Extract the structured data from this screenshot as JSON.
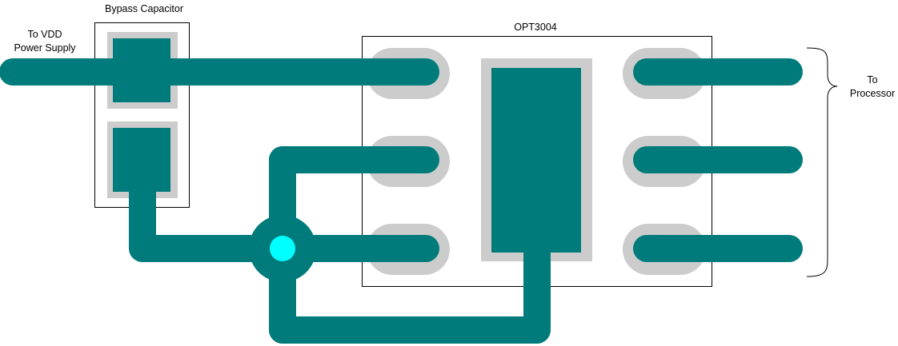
{
  "labels": {
    "vdd_line1": "To VDD",
    "vdd_line2": "Power Supply",
    "bypass": "Bypass Capacitor",
    "chip": "OPT3004",
    "processor_line1": "To",
    "processor_line2": "Processor"
  },
  "colors": {
    "trace": "#007b7b",
    "pad_halo": "#cccccc",
    "via": "#00ffff",
    "outline": "#000000",
    "background": "#ffffff"
  }
}
